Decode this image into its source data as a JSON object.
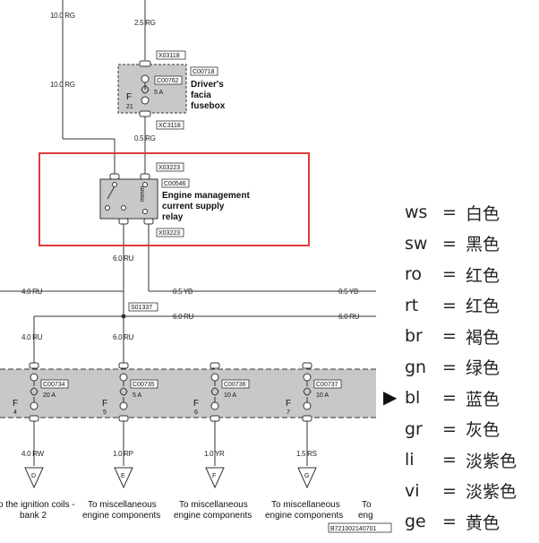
{
  "wires": {
    "top_left": "10.0 RG",
    "top_fuse": "2.5 RG",
    "left_mid": "10.0 RG",
    "fuse_out": "0.5 RG",
    "relay_out": "6.0 RU",
    "left_branch": "4.0 RU",
    "yb_left": "0.5 YB",
    "yb_right": "0.5 YB",
    "ru_left": "6.0 RU",
    "ru_right": "6.0 RU",
    "drop_left": "4.0 RU",
    "drop_mid": "6.0 RU",
    "out_f4": "4.0 RW",
    "out_f5": "1.0 RP",
    "out_f6": "1.0 YR",
    "out_f7": "1.5 RS"
  },
  "connectors": {
    "x03118": "X03118",
    "c00718": "C00718",
    "c00762": "C00762",
    "xc3118": "XC3118",
    "x03223_top": "X03223",
    "c00546": "C00546",
    "x03223_bot": "X03223",
    "s01337": "S01337",
    "c00734": "C00734",
    "c00735": "C00735",
    "c00736": "C00736",
    "c00737": "C00737",
    "ref": "B721002140701"
  },
  "fusebox": {
    "title_line1": "Driver's",
    "title_line2": "facia",
    "title_line3": "fusebox",
    "fuse_letter": "F",
    "fuse_number": "21",
    "rating": "5 A"
  },
  "relay": {
    "title_line1": "Engine management",
    "title_line2": "current supply",
    "title_line3": "relay",
    "coil": "mmm"
  },
  "fuses": [
    {
      "letter": "F",
      "number": "4",
      "rating": "20 A",
      "dest": "D"
    },
    {
      "letter": "F",
      "number": "5",
      "rating": "5 A",
      "dest": "E"
    },
    {
      "letter": "F",
      "number": "6",
      "rating": "10 A",
      "dest": "F"
    },
    {
      "letter": "F",
      "number": "7",
      "rating": "10 A",
      "dest": "G"
    }
  ],
  "bottom_labels": [
    {
      "line1": "o the ignition coils -",
      "line2": "bank 2"
    },
    {
      "line1": "To miscellaneous",
      "line2": "engine components"
    },
    {
      "line1": "To miscellaneous",
      "line2": "engine components"
    },
    {
      "line1": "To miscellaneous",
      "line2": "engine components"
    },
    {
      "line1": "To",
      "line2": "eng"
    }
  ],
  "arrow_glyph": "▶",
  "colors": {
    "highlight": "#e03c3c",
    "box_fill": "#c8c8c8",
    "line": "#333333"
  },
  "legend": [
    {
      "code": "ws",
      "eq": "=",
      "meaning": "白色"
    },
    {
      "code": "sw",
      "eq": "=",
      "meaning": "黑色"
    },
    {
      "code": "ro",
      "eq": "=",
      "meaning": "红色"
    },
    {
      "code": "rt",
      "eq": "=",
      "meaning": "红色"
    },
    {
      "code": "br",
      "eq": "=",
      "meaning": "褐色"
    },
    {
      "code": "gn",
      "eq": "=",
      "meaning": "绿色"
    },
    {
      "code": "bl",
      "eq": "=",
      "meaning": "蓝色"
    },
    {
      "code": "gr",
      "eq": "=",
      "meaning": "灰色"
    },
    {
      "code": "li",
      "eq": "=",
      "meaning": "淡紫色"
    },
    {
      "code": "vi",
      "eq": "=",
      "meaning": "淡紫色"
    },
    {
      "code": "ge",
      "eq": "=",
      "meaning": "黄色"
    }
  ]
}
